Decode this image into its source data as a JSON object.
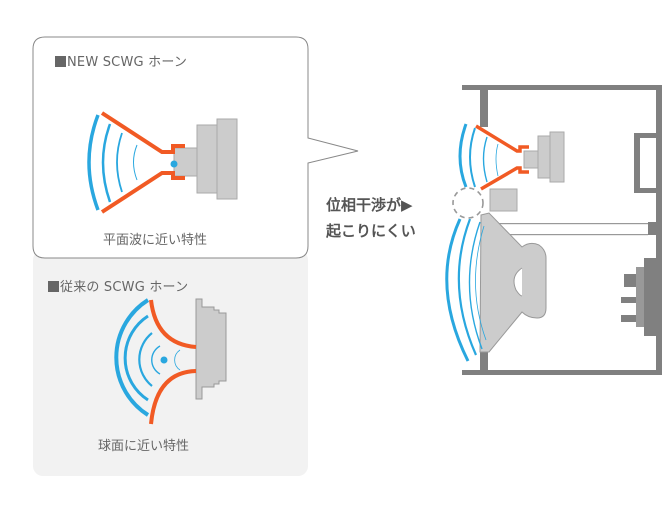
{
  "new_horn": {
    "title": "NEW SCWG ホーン",
    "caption": "平面波に近い特性"
  },
  "old_horn": {
    "title": "従来の SCWG ホーン",
    "caption": "球面に近い特性"
  },
  "callout": {
    "line1": "位相干渉が▶",
    "line2": "起こりにくい"
  },
  "colors": {
    "wave_blue": "#29a7df",
    "horn_orange": "#f15a24",
    "driver_gray": "#cccccc",
    "cabinet_gray": "#808080",
    "panel_bg": "#f2f2f2",
    "text_gray": "#666666"
  }
}
